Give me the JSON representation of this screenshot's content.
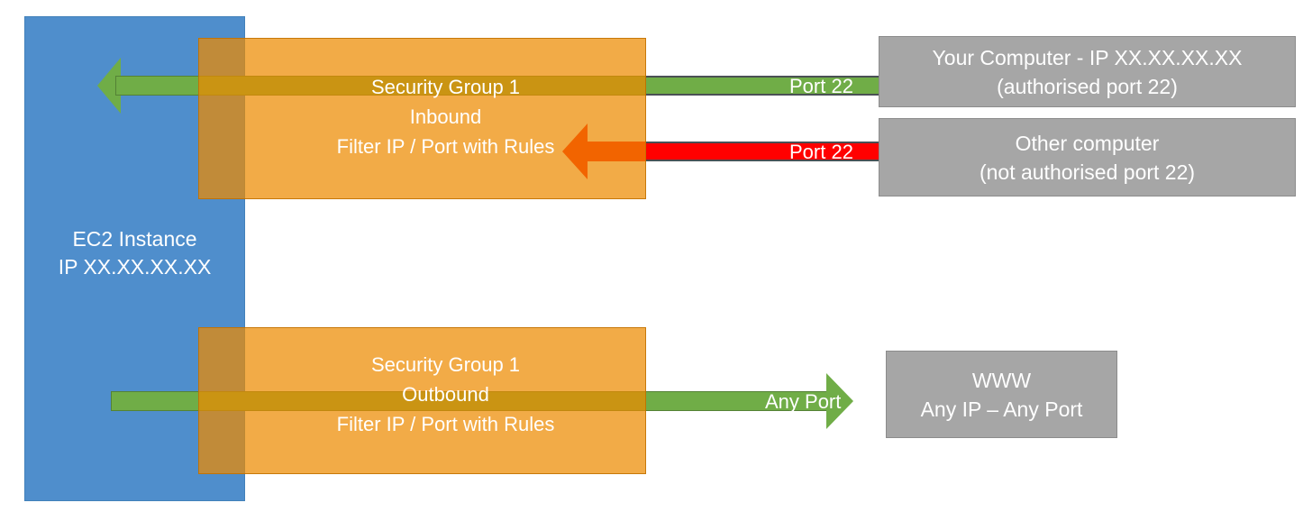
{
  "diagram": {
    "title": "AWS EC2 Security Group inbound/outbound traffic filtering",
    "colors": {
      "ec2_blue": "#4F8ECC",
      "security_group_orange": "#ED8B00",
      "allowed_green": "#70AD47",
      "blocked_red": "#FF0000",
      "endpoint_grey": "#A6A6A6",
      "text_white": "#FFFFFF"
    }
  },
  "ec2": {
    "label": "EC2 Instance\nIP XX.XX.XX.XX"
  },
  "security_groups": [
    {
      "id": "inbound",
      "label": "Security Group 1\nInbound\nFilter IP / Port with Rules"
    },
    {
      "id": "outbound",
      "label": "Security Group 1\nOutbound\nFilter IP / Port with Rules"
    }
  ],
  "flows": [
    {
      "id": "inbound-allowed",
      "port_label": "Port 22",
      "status": "allowed",
      "direction": "inbound"
    },
    {
      "id": "inbound-blocked",
      "port_label": "Port 22",
      "status": "blocked",
      "direction": "inbound"
    },
    {
      "id": "outbound-any",
      "port_label": "Any Port",
      "status": "allowed",
      "direction": "outbound"
    }
  ],
  "endpoints": [
    {
      "id": "your-computer",
      "label": "Your Computer - IP XX.XX.XX.XX\n(authorised port 22)"
    },
    {
      "id": "other-computer",
      "label": "Other computer\n(not authorised port 22)"
    },
    {
      "id": "www",
      "label": "WWW\nAny IP – Any Port"
    }
  ]
}
